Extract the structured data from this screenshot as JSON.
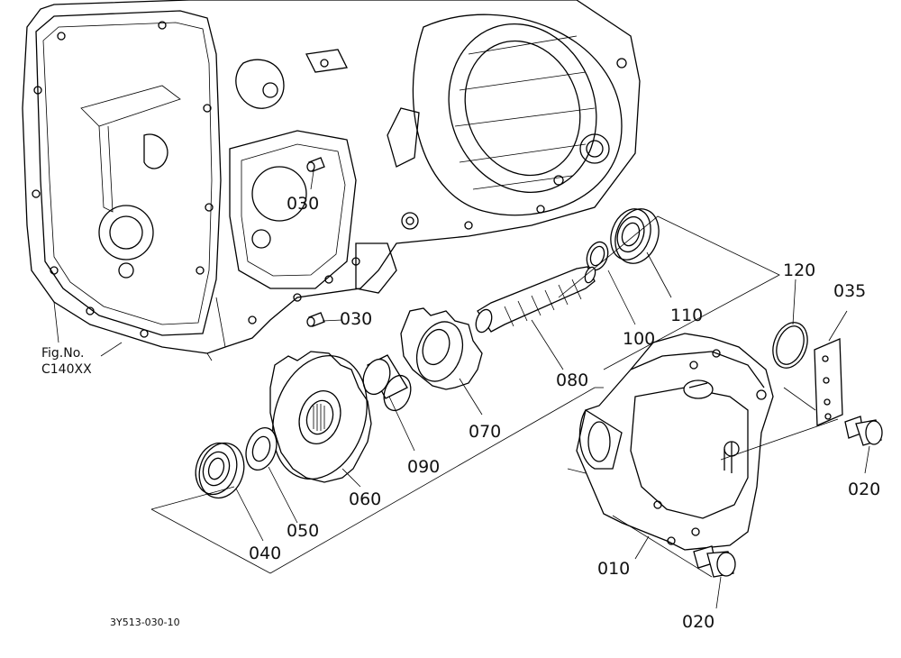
{
  "diagram": {
    "figure_ref": {
      "line1": "Fig.No.",
      "line2": "C140XX"
    },
    "drawing_code": "3Y513-030-10",
    "parts": {
      "p010": "010",
      "p020_bolt_right": "020",
      "p020_bolt_bottom": "020",
      "p030_upper": "030",
      "p030_lower": "030",
      "p035": "035",
      "p040": "040",
      "p050": "050",
      "p060": "060",
      "p070": "070",
      "p080": "080",
      "p090": "090",
      "p100": "100",
      "p110": "110",
      "p120": "120"
    }
  }
}
